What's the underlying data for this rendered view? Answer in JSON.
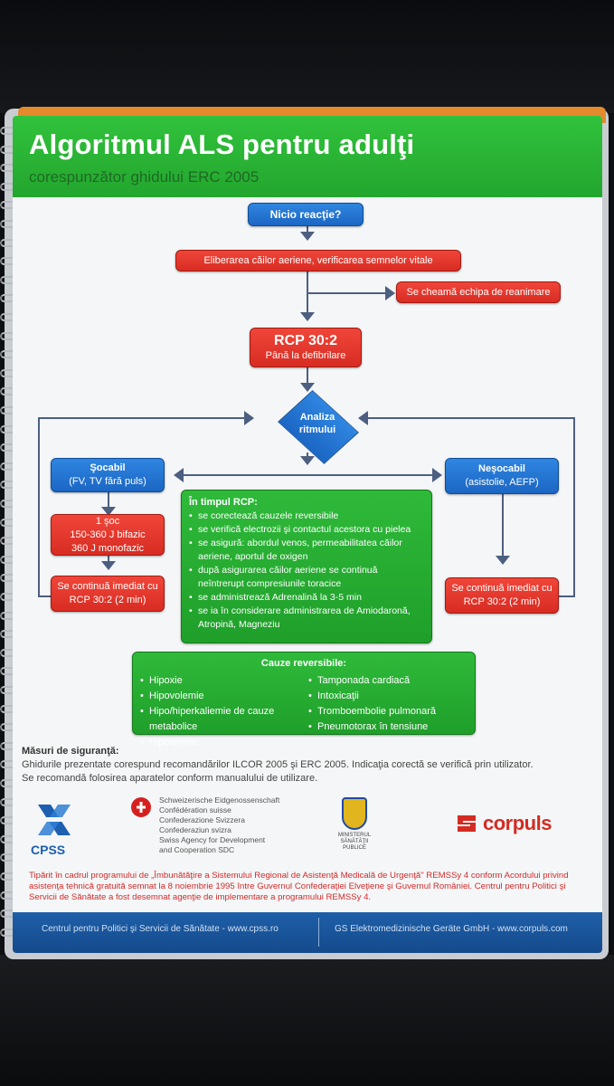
{
  "header": {
    "title": "Algoritmul ALS pentru adulţi",
    "subtitle": "corespunzător ghidului ERC 2005"
  },
  "flow": {
    "start": "Nicio reacţie?",
    "airway": "Eliberarea căilor aeriene, verificarea semnelor vitale",
    "team": "Se cheamă echipa de reanimare",
    "rcp_title": "RCP 30:2",
    "rcp_sub": "Până la defibrilare",
    "analysis_line1": "Analiza",
    "analysis_line2": "ritmului",
    "shockable_title": "Şocabil",
    "shockable_sub": "(FV, TV fără puls)",
    "nonshockable_title": "Neşocabil",
    "nonshockable_sub": "(asistolie, AEFP)",
    "shock_line1": "1 şoc",
    "shock_line2": "150-360 J bifazic",
    "shock_line3": "360 J monofazic",
    "continue_left_1": "Se continuă imediat cu",
    "continue_left_2": "RCP 30:2 (2 min)",
    "continue_right_1": "Se continuă imediat cu",
    "continue_right_2": "RCP 30:2 (2 min)"
  },
  "during_rcp": {
    "title": "În timpul RCP:",
    "items": [
      "se corectează cauzele reversibile",
      "se verifică electrozii şi contactul acestora cu pielea",
      "se asigură: abordul venos, permeabilitatea căilor aeriene, aportul de oxigen",
      "după asigurarea căilor aeriene se continuă neîntrerupt compresiunile toracice",
      "se administrează Adrenalină la 3-5 min",
      "se ia în considerare administrarea de Amiodaronă, Atropină, Magneziu"
    ]
  },
  "causes": {
    "title": "Cauze reversibile:",
    "left": [
      "Hipoxie",
      "Hipovolemie",
      "Hipo/hiperkaliemie de cauze metabolice",
      "Hipotermie"
    ],
    "right": [
      "Tamponada cardiacă",
      "Intoxicaţii",
      "Tromboembolie pulmonară",
      "Pneumotorax în tensiune"
    ]
  },
  "notes": {
    "title": "Măsuri de siguranţă:",
    "line1": "Ghidurile prezentate corespund recomandărilor ILCOR 2005 şi ERC 2005. Indicaţia corectă se verifică prin utilizator.",
    "line2": "Se recomandă folosirea aparatelor conform manualului de utilizare."
  },
  "logos": {
    "cpss": "CPSS",
    "swiss_1": "Schweizerische Eidgenossenschaft",
    "swiss_2": "Confédération suisse",
    "swiss_3": "Confederazione Svizzera",
    "swiss_4": "Confederaziun svizra",
    "swiss_5": "Swiss Agency for Development",
    "swiss_6": "and Cooperation SDC",
    "ministry": "MINISTERUL SĂNĂTĂŢII PUBLICE",
    "corpuls": "corpuls"
  },
  "fineprint": "Tipărit în cadrul programului de „Îmbunătăţire a Sistemului Regional de Asistenţă Medicală de Urgenţă\" REMSSy 4 conform Acordului privind asistenţa tehnică gratuită semnat la 8 noiembrie 1995 între Guvernul Confederaţiei Elveţiene şi Guvernul României. Centrul pentru Politici şi Servicii de Sănătate a fost desemnat agenţie de implementare a programului REMSSy 4.",
  "footer": {
    "left": "Centrul pentru Politici şi Servicii de Sănătate - www.cpss.ro",
    "right": "GS Elektromedizinische Geräte GmbH - www.corpuls.com"
  },
  "colors": {
    "green": "#23a62e",
    "red": "#d82c22",
    "blue": "#1b66c4",
    "arrow": "#4d5f80",
    "footer": "#1e5fa8"
  }
}
